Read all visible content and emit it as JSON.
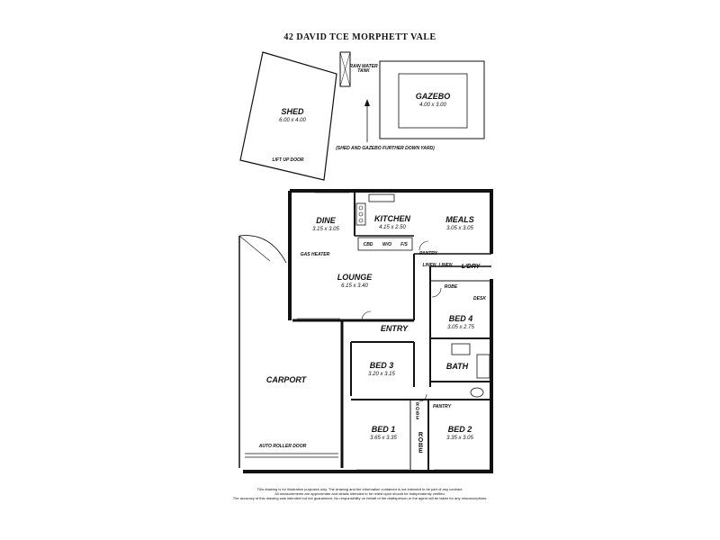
{
  "title": "42 DAVID TCE MORPHETT VALE",
  "outbuildings": {
    "shed": {
      "name": "SHED",
      "dim": "6.00 x 4.00",
      "door": "LIFT UP DOOR"
    },
    "tank": "RAIN WATER TANK",
    "gazebo": {
      "name": "GAZEBO",
      "dim": "4.00 x 3.00"
    },
    "note": "(SHED AND GAZEBO FURTHER DOWN YARD)"
  },
  "rooms": {
    "dine": {
      "name": "DINE",
      "dim": "3.15 x 3.05"
    },
    "kitchen": {
      "name": "KITCHEN",
      "dim": "4.15 x 2.50"
    },
    "meals": {
      "name": "MEALS",
      "dim": "3.05 x 3.05"
    },
    "lounge": {
      "name": "LOUNGE",
      "dim": "6.15 x 3.40"
    },
    "bed4": {
      "name": "BED 4",
      "dim": "3.05 x 2.75"
    },
    "bed3": {
      "name": "BED 3",
      "dim": "3.20 x 3.15"
    },
    "bed1": {
      "name": "BED 1",
      "dim": "3.65 x 3.35"
    },
    "bed2": {
      "name": "BED 2",
      "dim": "3.35 x 3.05"
    },
    "carport": {
      "name": "CARPORT"
    },
    "entry": "ENTRY",
    "bath": "BATH",
    "ldry": "L'DRY"
  },
  "fixtures": {
    "cbd": "CBD",
    "wo": "W/O",
    "fs": "F/S",
    "pantry": "PANTRY",
    "linen1": "LINEN",
    "linen2": "LINEN",
    "robe_bed4": "ROBE",
    "desk": "DESK",
    "gas_heater": "GAS HEATER",
    "robe_bed3": "ROBE",
    "robe_bed1": "ROBE",
    "pantry2": "PANTRY",
    "roller_door": "AUTO ROLLER DOOR"
  },
  "disclaimer": [
    "This drawing is for illustration purposes only. The drawing and the information contained is not intended to be part of any contract.",
    "All measurements are approximate and details intended to be relied upon should be independently verified.",
    "The accuracy of this drawing was intended but not guaranteed. No responsibility on behalf of the draftsperson or the agent will be taken for any    misconceptions."
  ]
}
